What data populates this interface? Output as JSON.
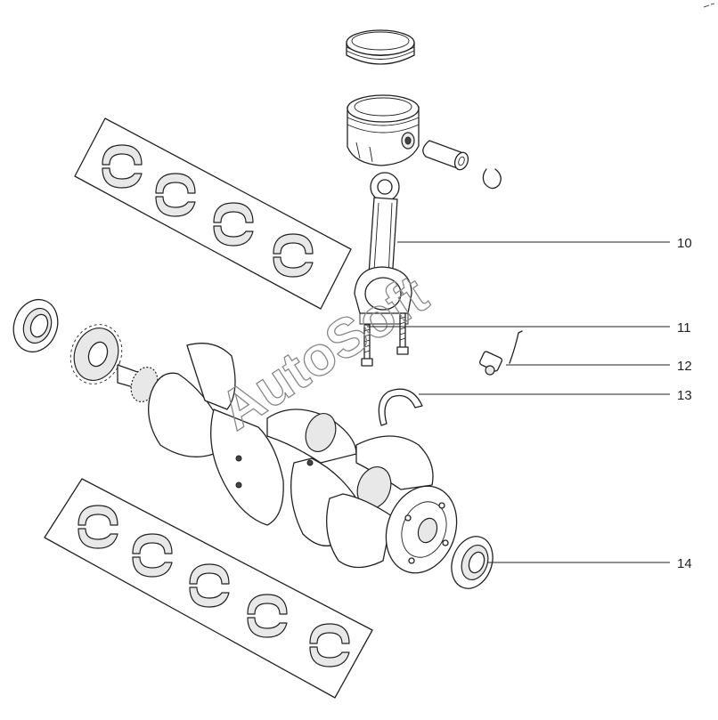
{
  "diagram": {
    "callouts": [
      {
        "id": "10",
        "label": "10"
      },
      {
        "id": "11",
        "label": "11"
      },
      {
        "id": "12",
        "label": "12"
      },
      {
        "id": "13",
        "label": "13"
      },
      {
        "id": "14",
        "label": "14"
      }
    ],
    "watermark": "AutoSoft",
    "upper_bearing_shells_count": 4,
    "lower_bearing_shells_count": 5
  }
}
